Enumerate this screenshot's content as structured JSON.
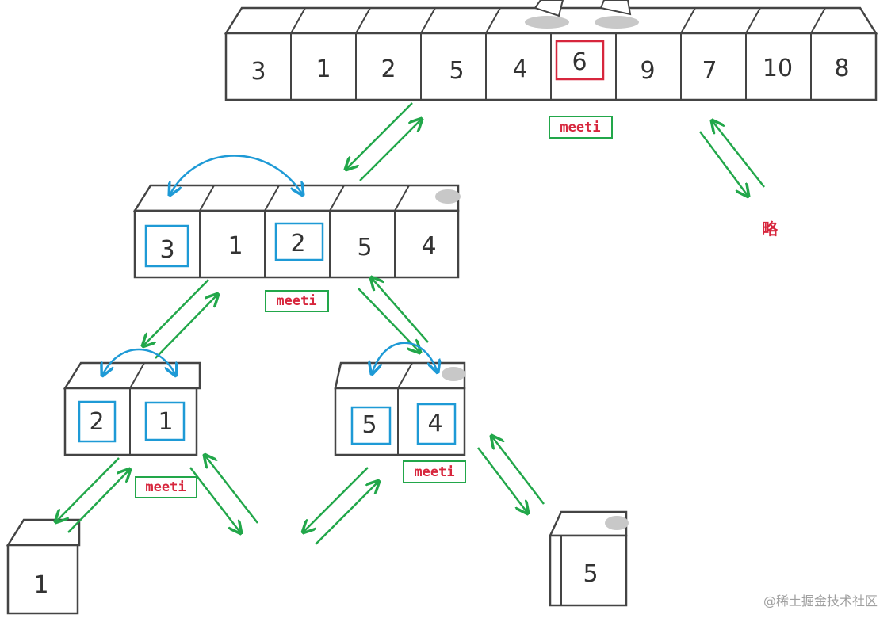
{
  "top_array": [
    "3",
    "1",
    "2",
    "5",
    "4",
    "6",
    "9",
    "7",
    "10",
    "8"
  ],
  "left_array": [
    "3",
    "1",
    "2",
    "5",
    "4"
  ],
  "left_left_array": [
    "2",
    "1"
  ],
  "left_right_array": [
    "5",
    "4"
  ],
  "leaf_left": "1",
  "leaf_right": "5",
  "labels": {
    "meet_top": "meeti",
    "meet_left": "meeti",
    "meet_ll": "meeti",
    "meet_lr": "meeti",
    "omitted": "略"
  },
  "watermark": "@稀土掘金技术社区",
  "colors": {
    "arrow_green": "#22a74a",
    "swap_blue": "#1e9ad6",
    "pivot_red": "#d7263d",
    "box_blue": "#1e9ad6"
  }
}
